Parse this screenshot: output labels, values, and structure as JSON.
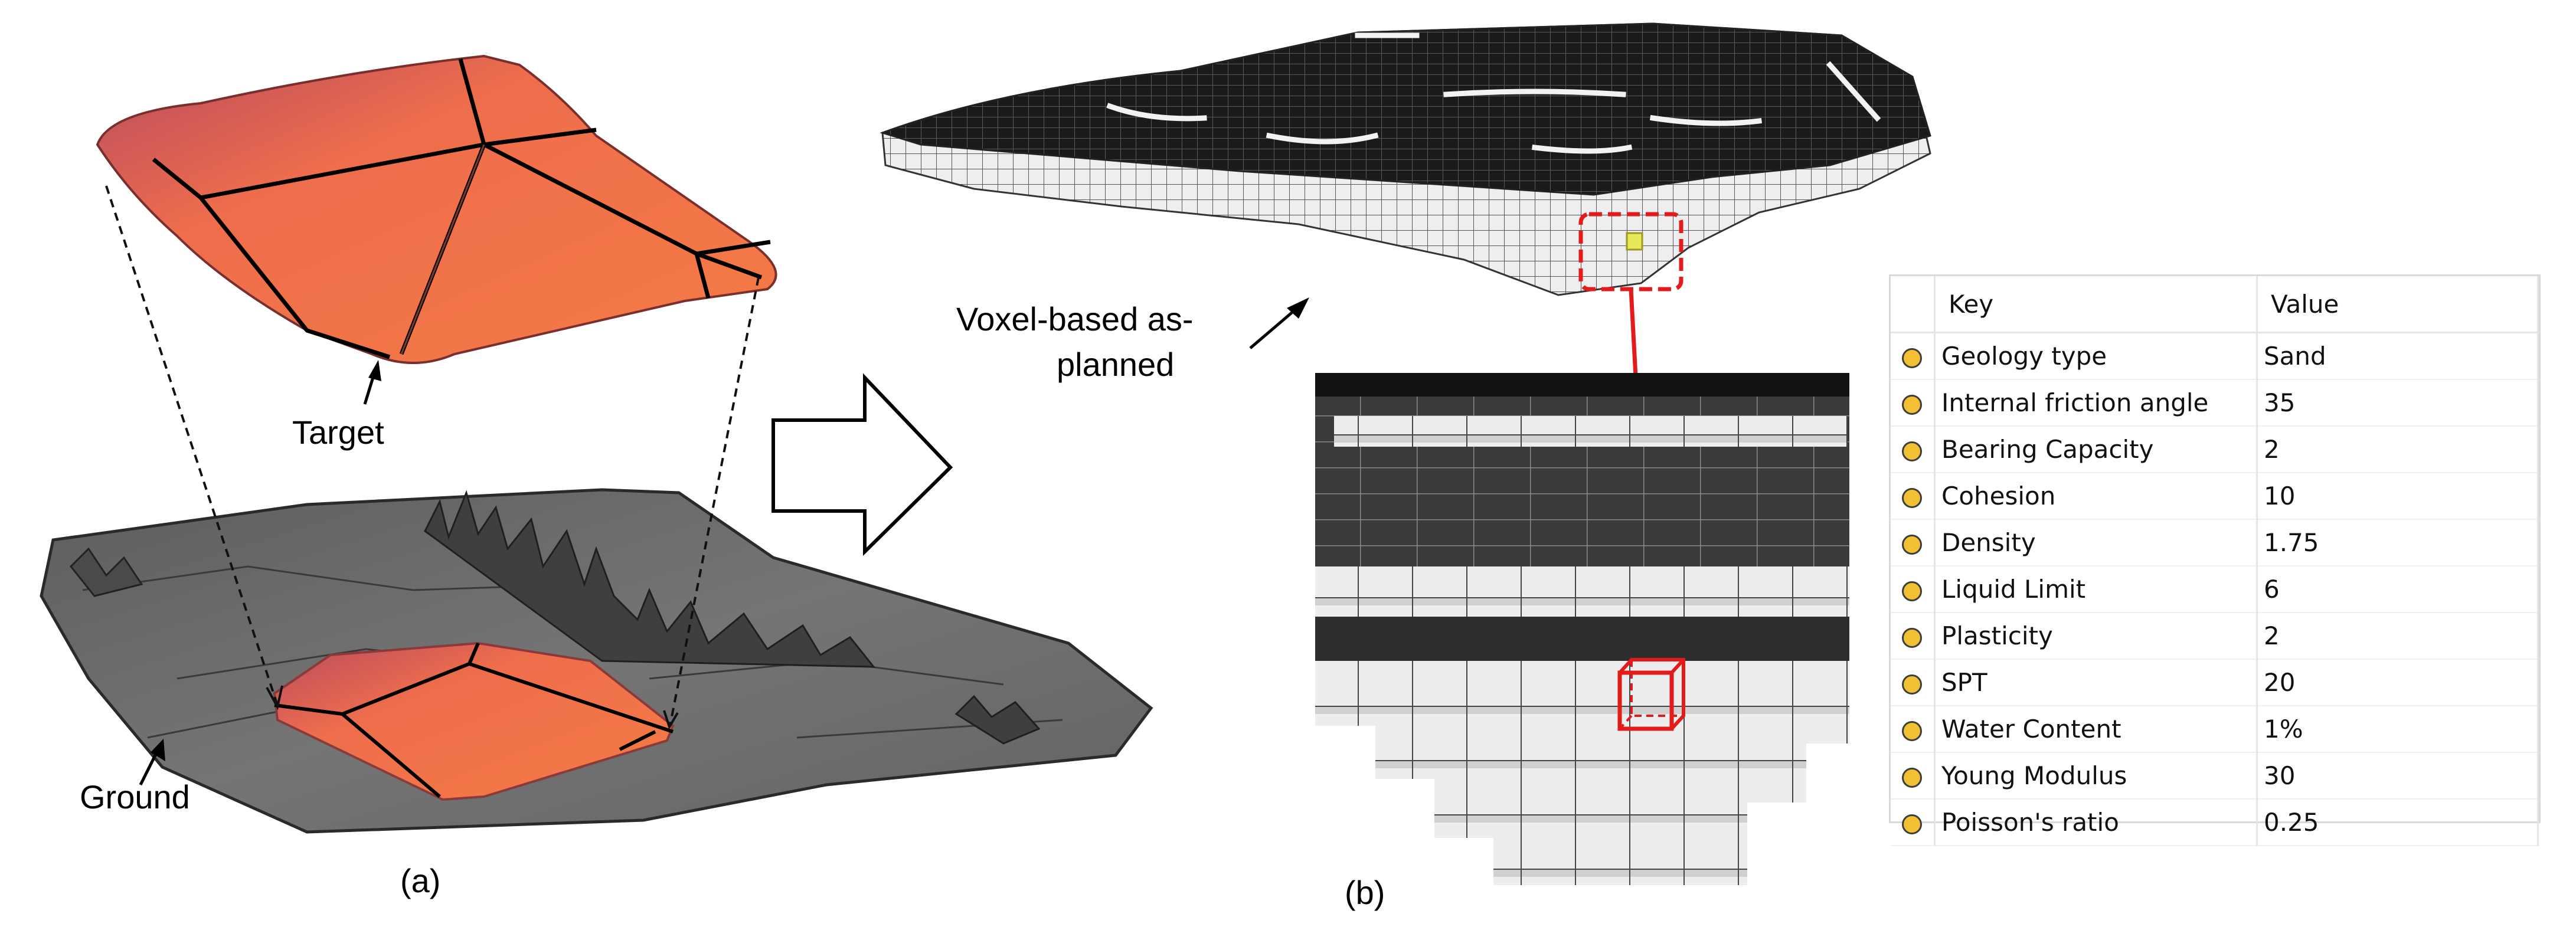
{
  "labels": {
    "target": "Target",
    "ground": "Ground",
    "panel_a": "(a)",
    "panel_b": "(b)",
    "voxel_line1": "Voxel-based as-",
    "voxel_line2": "planned"
  },
  "properties_table": {
    "headers": {
      "key": "Key",
      "value": "Value"
    },
    "rows": [
      {
        "key": "Geology type",
        "value": "Sand"
      },
      {
        "key": "Internal friction angle",
        "value": "35"
      },
      {
        "key": "Bearing Capacity",
        "value": "2"
      },
      {
        "key": "Cohesion",
        "value": "10"
      },
      {
        "key": "Density",
        "value": "1.75"
      },
      {
        "key": "Liquid Limit",
        "value": "6"
      },
      {
        "key": "Plasticity",
        "value": "2"
      },
      {
        "key": "SPT",
        "value": "20"
      },
      {
        "key": "Water Content",
        "value": "1%"
      },
      {
        "key": "Young Modulus",
        "value": "30"
      },
      {
        "key": "Poisson's ratio",
        "value": "0.25"
      }
    ]
  },
  "colors": {
    "target_surface": "#f0704a",
    "target_edge": "#000000",
    "ground_surface": "#6e6e6e",
    "highlight": "#e31b1b",
    "voxel_face": "#f2f2f2",
    "property_dot": "#f3c034"
  }
}
